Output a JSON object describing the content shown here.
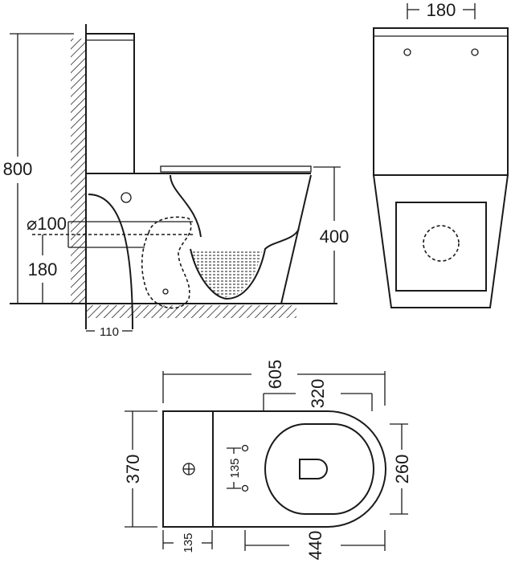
{
  "side_view": {
    "height_total": "800",
    "diameter_outlet": "⌀100",
    "outlet_height": "180",
    "seat_height": "400",
    "wall_offset": "110"
  },
  "front_view": {
    "hole_spacing": "180"
  },
  "top_view": {
    "length_total": "605",
    "bowl_to_end": "320",
    "width_total": "370",
    "bowl_width": "260",
    "tank_depth": "135",
    "hole_spacing": "135",
    "front_length": "440"
  }
}
